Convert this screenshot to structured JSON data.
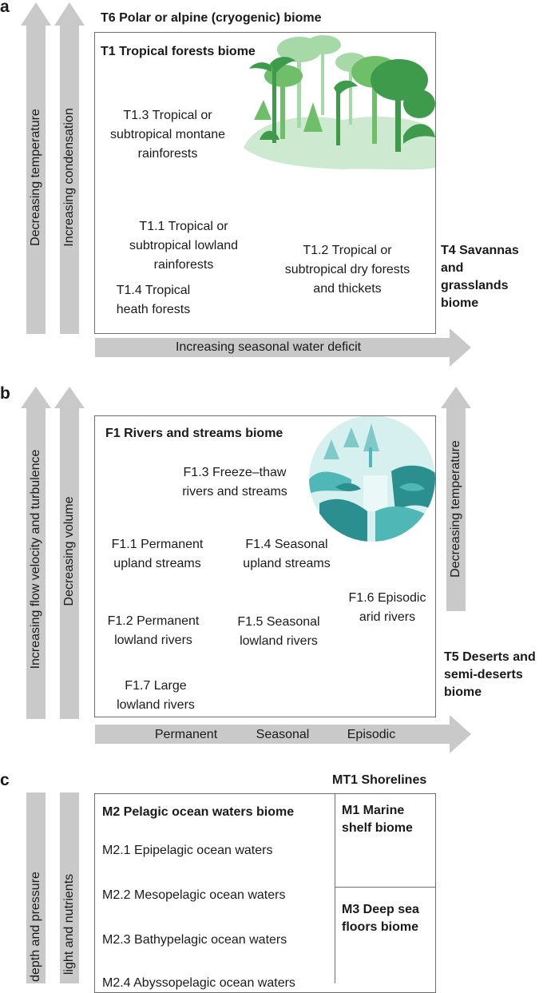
{
  "colors": {
    "arrow": "#c9c9c9",
    "box_border": "#6f6f6f",
    "forest_dark": "#3f9b4c",
    "forest_mid": "#6fbf6a",
    "forest_light": "#cde9cf",
    "river_bg": "#d6f0ef",
    "river_mid": "#4fb8b7",
    "river_dark": "#2a8f8e"
  },
  "panel_a": {
    "letter": "a",
    "top_label": "T6 Polar or alpine (cryogenic) biome",
    "box_title": "T1 Tropical forests biome",
    "items": {
      "t1_3": [
        "T1.3 Tropical or",
        "subtropical montane",
        "rainforests"
      ],
      "t1_1": [
        "T1.1 Tropical or",
        "subtropical lowland",
        "rainforests"
      ],
      "t1_2": [
        "T1.2 Tropical or",
        "subtropical dry forests",
        "and thickets"
      ],
      "t1_4": [
        "T1.4 Tropical",
        "heath forests"
      ]
    },
    "side_biome": [
      "T4 Savannas",
      "and",
      "grasslands",
      "biome"
    ],
    "arrows": {
      "v1": "Decreasing temperature",
      "v2": "Increasing condensation",
      "h": "Increasing seasonal water deficit"
    },
    "illustration_icon": "tropical-forest-illustration"
  },
  "panel_b": {
    "letter": "b",
    "box_title": "F1 Rivers and streams biome",
    "items": {
      "f1_3": [
        "F1.3 Freeze–thaw",
        "rivers and streams"
      ],
      "f1_1": [
        "F1.1 Permanent",
        "upland streams"
      ],
      "f1_4": [
        "F1.4 Seasonal",
        "upland streams"
      ],
      "f1_6": [
        "F1.6 Episodic",
        "arid rivers"
      ],
      "f1_2": [
        "F1.2 Permanent",
        "lowland rivers"
      ],
      "f1_5": [
        "F1.5 Seasonal",
        "lowland rivers"
      ],
      "f1_7": [
        "F1.7 Large",
        "lowland rivers"
      ]
    },
    "side_biome": [
      "T5 Deserts and",
      "semi-deserts",
      "biome"
    ],
    "arrows": {
      "v1": "Increasing flow velocity and turbulence",
      "v2": "Decreasing volume",
      "v_right": "Decreasing temperature",
      "h_labels": [
        "Permanent",
        "Seasonal",
        "Episodic"
      ]
    },
    "illustration_icon": "river-waterfall-illustration"
  },
  "panel_c": {
    "letter": "c",
    "top_label": "MT1 Shorelines",
    "box_title": "M2 Pelagic ocean waters biome",
    "items": [
      "M2.1 Epipelagic ocean waters",
      "M2.2 Mesopelagic ocean waters",
      "M2.3 Bathypelagic ocean waters",
      "M2.4 Abyssopelagic ocean waters"
    ],
    "m1": [
      "M1 Marine",
      "shelf biome"
    ],
    "m3": [
      "M3 Deep sea",
      "floors biome"
    ],
    "arrows": {
      "v1": "depth and pressure",
      "v2": "light and nutrients"
    }
  }
}
